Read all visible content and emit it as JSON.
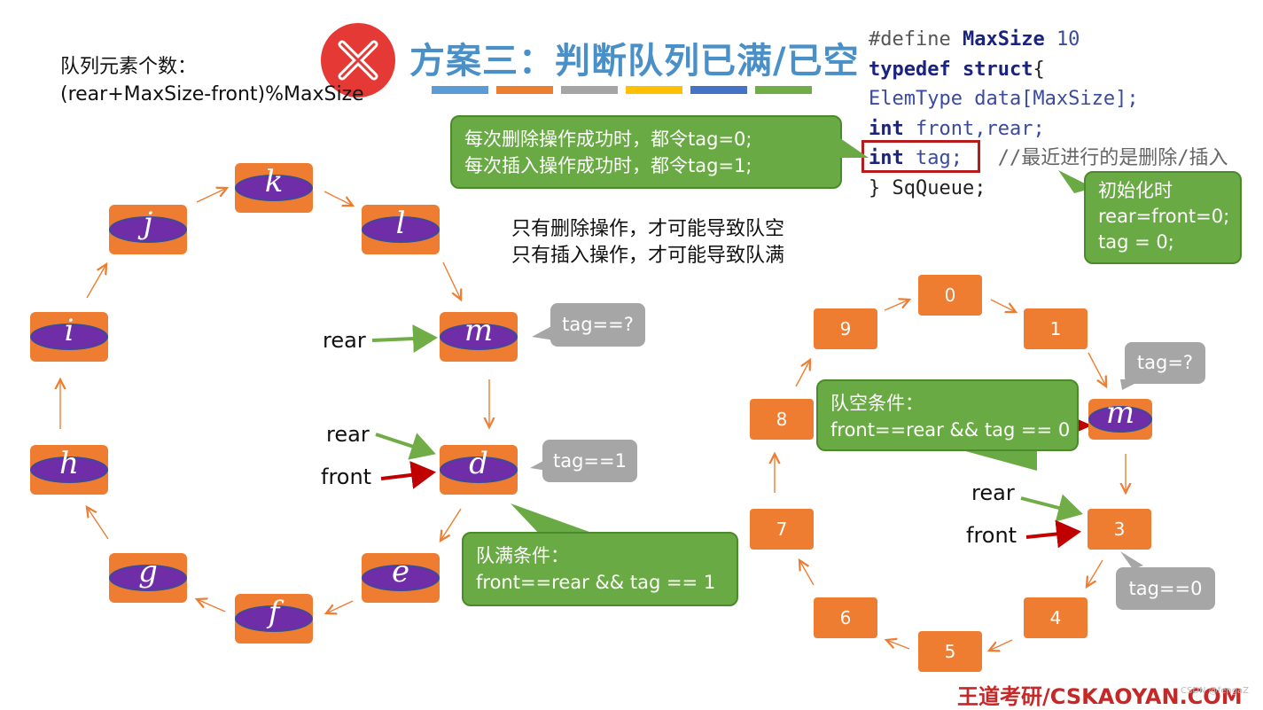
{
  "title": "方案三：判断队列已满/已空",
  "title_bar_colors": [
    "#5b9bd5",
    "#ed7d31",
    "#a5a5a5",
    "#ffc000",
    "#4472c4",
    "#70ad47"
  ],
  "formula": {
    "line1": "队列元素个数：",
    "line2": "(rear+MaxSize-front)%MaxSize"
  },
  "code": {
    "l1_kw": "#define",
    "l1_name": "MaxSize",
    "l1_num": "10",
    "l2_kw": "typedef",
    "l2_kw2": "struct",
    "l2_brace": "{",
    "l3": "ElemType data[MaxSize];",
    "l4_kw": "int",
    "l4_rest": " front,rear;",
    "l5_kw": "int",
    "l5_rest": " tag;",
    "l5_comment": "//最近进行的是删除/插入",
    "l6": "} SqQueue;"
  },
  "callout_ops": {
    "line1": "每次删除操作成功时，都令tag=0;",
    "line2": "每次插入操作成功时，都令tag=1;"
  },
  "callout_init": {
    "line1": "初始化时",
    "line2": "rear=front=0;",
    "line3": "tag = 0;"
  },
  "notes": {
    "line1": "只有删除操作，才可能导致队空",
    "line2": "只有插入操作，才可能导致队满"
  },
  "left_ring": {
    "nodes": [
      "k",
      "l",
      "m",
      "d",
      "e",
      "f",
      "g",
      "h",
      "i",
      "j"
    ],
    "rear_label_top": "rear",
    "rear_label": "rear",
    "front_label": "front",
    "tag_q": "tag==?",
    "tag_1": "tag==1",
    "full_callout": {
      "line1": "队满条件：",
      "line2": "front==rear && tag == 1"
    }
  },
  "right_ring": {
    "nodes": [
      "0",
      "1",
      "m",
      "3",
      "4",
      "5",
      "6",
      "7",
      "8",
      "9"
    ],
    "rear_label": "rear",
    "front_label": "front",
    "tag_q": "tag=?",
    "tag_0": "tag==0",
    "empty_callout": {
      "line1": "队空条件：",
      "line2": "front==rear && tag == 0"
    }
  },
  "colors": {
    "node": "#ee7d31",
    "ellipse": "#6f2da8",
    "green": "#6aaa44",
    "gray": "#a6a6a6",
    "red_arrow": "#c00000",
    "green_arrow": "#70ad47"
  },
  "brand": "王道考研/CSKAOYAN.COM",
  "watermark": "CSDN @fengaZ"
}
